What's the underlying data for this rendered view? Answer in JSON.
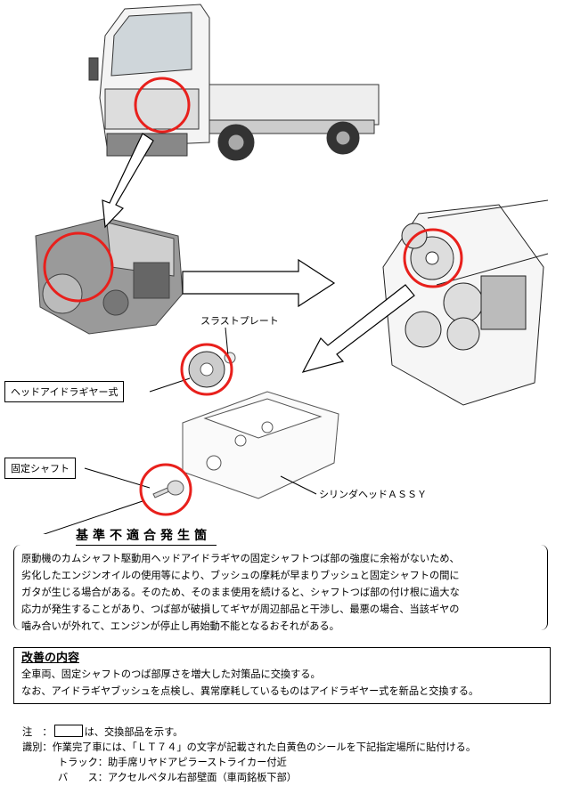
{
  "labels": {
    "thrust_plate": "スラストプレート",
    "head_idler_gear": "ヘッドアイドラギヤー式",
    "fixed_shaft": "固定シャフト",
    "cylinder_head": "シリンダヘッドＡＳＳＹ"
  },
  "defect": {
    "title": "基準不適合発生箇",
    "lines": [
      "原動機のカムシャフト駆動用ヘッドアイドラギヤの固定シャフトつば部の強度に余裕がないため、",
      "劣化したエンジンオイルの使用等により、ブッシュの摩耗が早まりブッシュと固定シャフトの間に",
      "ガタが生じる場合がある。そのため、そのまま使用を続けると、シャフトつば部の付け根に過大な",
      "応力が発生することがあり、つば部が破損してギヤが周辺部品と干渉し、最悪の場合、当該ギヤの",
      "噛み合いが外れて、エンジンが停止し再始動不能となるおそれがある。"
    ]
  },
  "improvement": {
    "title": "改善の内容",
    "lines": [
      "全車両、固定シャフトのつば部厚さを増大した対策品に交換する。",
      "なお、アイドラギヤブッシュを点検し、異常摩耗しているものはアイドラギヤー式を新品と交換する。"
    ]
  },
  "notes": {
    "note_label": "注　：",
    "note_text": "は、交換部品を示す。",
    "id_label": "識別：",
    "id_text": "作業完了車には、「ＬＴ７４」の文字が記載された白黄色のシールを下記指定場所に貼付ける。",
    "truck": "トラック：助手席リヤドアピラーストライカー付近",
    "bus": "バ　　ス：アクセルペタル右部壁面（車両銘板下部）"
  },
  "colors": {
    "highlight": "#e8201c"
  }
}
